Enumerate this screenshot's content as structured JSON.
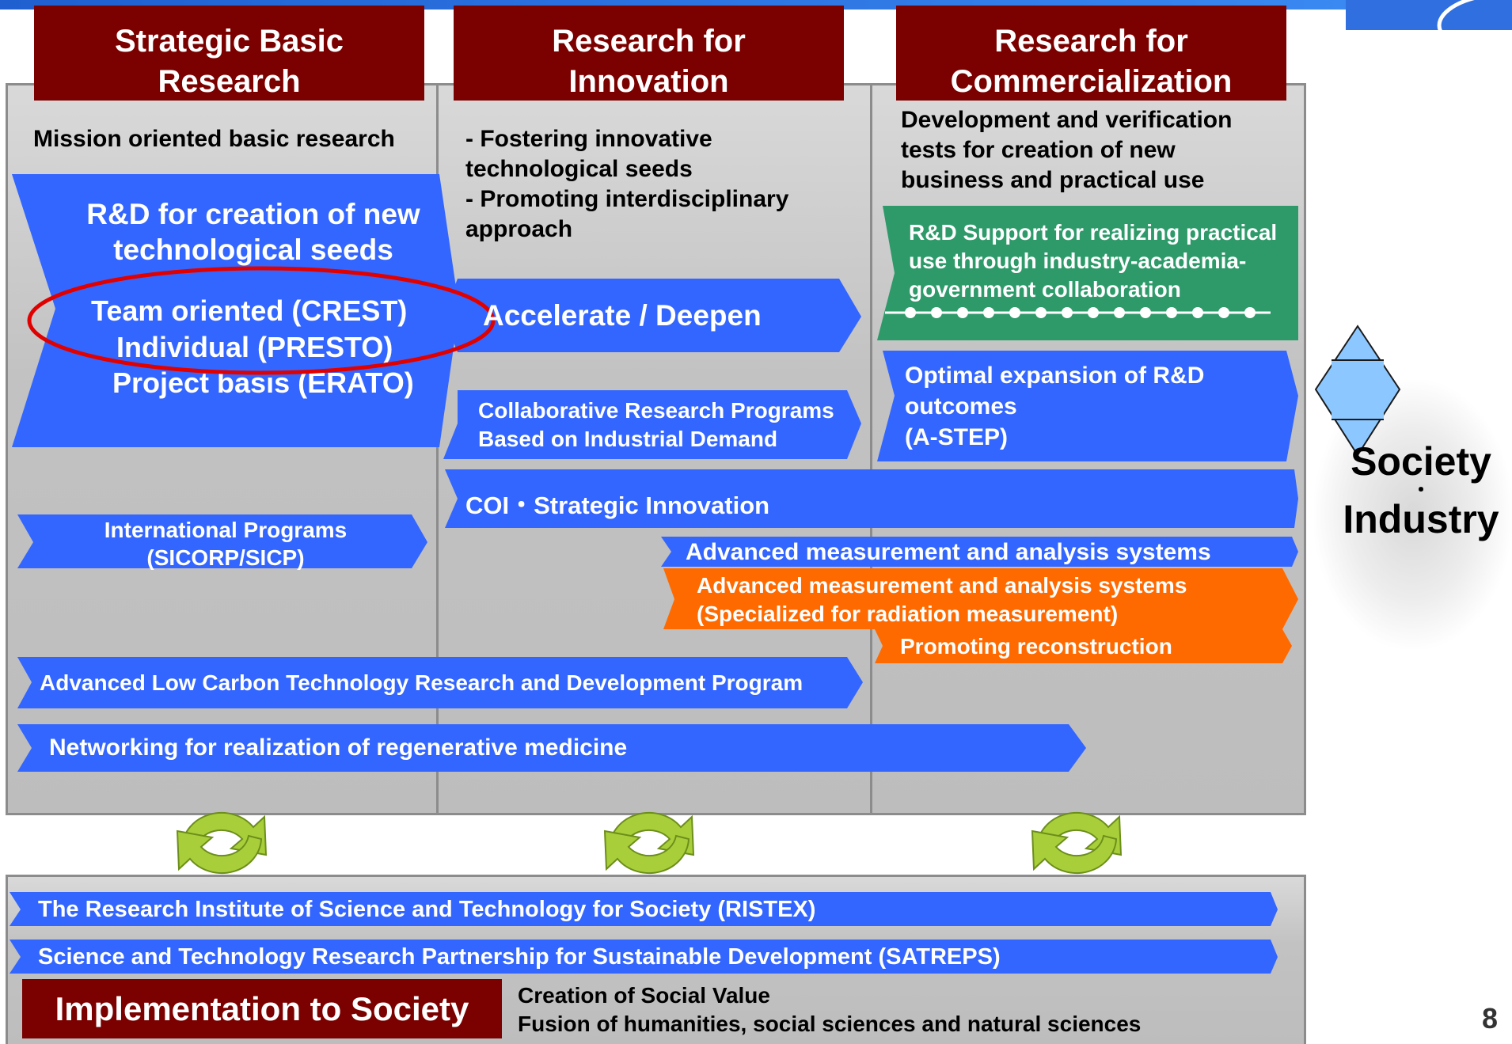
{
  "headers": {
    "basic": [
      "Strategic Basic",
      "Research"
    ],
    "innovation": [
      "Research for",
      "Innovation"
    ],
    "commercialization": [
      "Research for",
      "Commercialization"
    ]
  },
  "descriptions": {
    "basic": "Mission oriented basic research",
    "innovation": [
      "- Fostering innovative",
      "technological seeds",
      "- Promoting interdisciplinary",
      "approach"
    ],
    "commercialization": [
      "Development and verification",
      "tests for creation of new",
      "business and practical use"
    ]
  },
  "programs": {
    "rd_seeds": [
      "R&D for creation of new",
      "technological seeds"
    ],
    "team": "Team oriented (CREST)",
    "individual": "Individual (PRESTO)",
    "project": "Project basis (ERATO)",
    "accelerate": "Accelerate / Deepen",
    "collab": [
      "Collaborative Research Programs",
      "Based on Industrial Demand"
    ],
    "rd_support": [
      "R&D Support for realizing practical",
      "use through industry-academia-",
      "government collaboration"
    ],
    "optimal": [
      "Optimal expansion of R&D",
      "outcomes",
      "(A-STEP)"
    ],
    "international": [
      "International Programs",
      "(SICORP/SICP)"
    ],
    "coi": "COI・Strategic Innovation",
    "adv_measure": "Advanced measurement and analysis systems",
    "adv_measure_rad": [
      "Advanced measurement and analysis systems",
      "(Specialized for radiation measurement)"
    ],
    "reconstruction": "Promoting reconstruction",
    "low_carbon": "Advanced Low Carbon Technology Research and Development Program",
    "regenerative": "Networking for realization of regenerative medicine"
  },
  "society": [
    "Society",
    "・",
    "Industry"
  ],
  "bottom": {
    "ristex": "The Research Institute of Science and Technology for Society (RISTEX)",
    "satreps": "Science and Technology Research Partnership for Sustainable Development (SATREPS)",
    "implementation": "Implementation to Society",
    "social_value": [
      "Creation of Social Value",
      "Fusion of humanities, social sciences and natural sciences"
    ]
  },
  "page_number": "8",
  "colors": {
    "blue": "#3366ff",
    "green": "#2e9a6a",
    "orange": "#ff6a00",
    "maroon": "#7b0000",
    "red_ellipse": "#e00000",
    "cycle": "#a8cf3a"
  },
  "icons": {
    "cycle": "recycle-arrows-icon",
    "double_arrow": "double-arrow-icon"
  }
}
